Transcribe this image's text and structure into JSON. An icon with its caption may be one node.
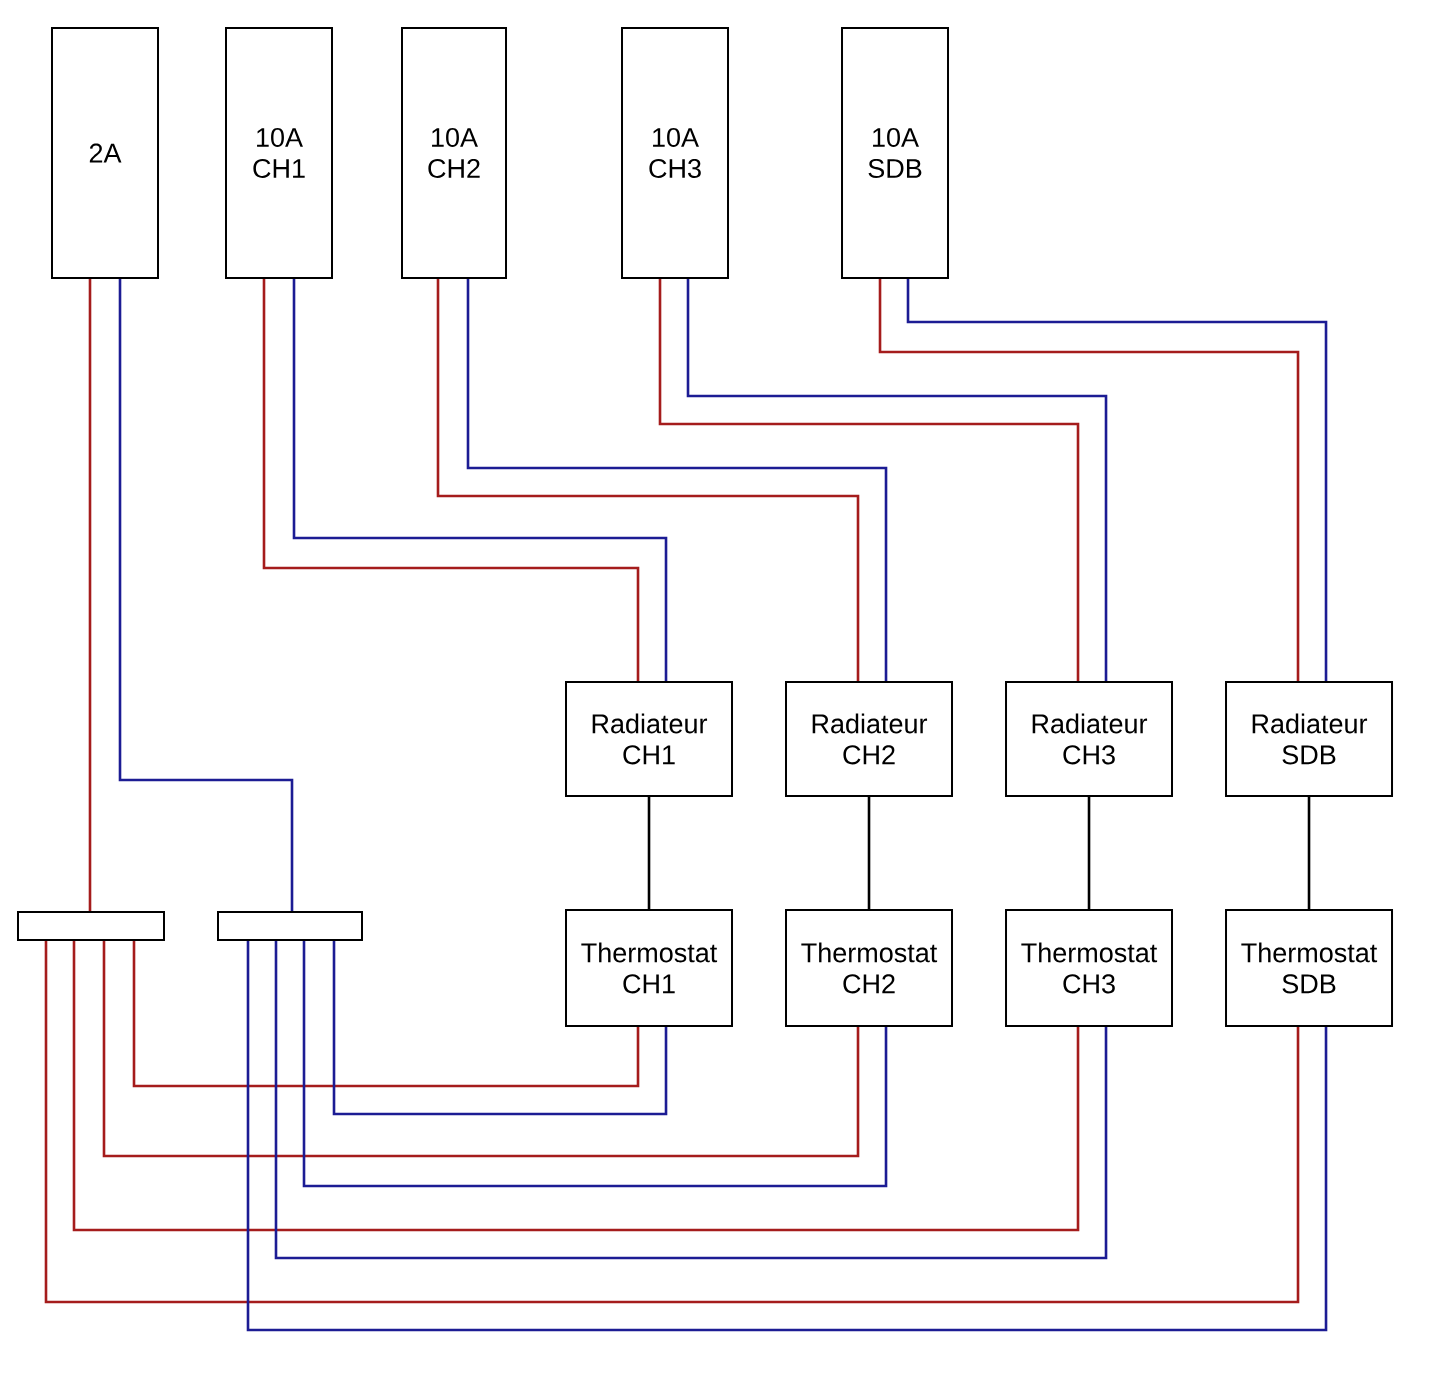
{
  "diagram": {
    "nodes": [
      {
        "text": [
          "2A"
        ]
      },
      {
        "text": [
          "10A CH1"
        ]
      },
      {
        "text": [
          "10A CH2"
        ]
      },
      {
        "text": [
          "10A CH3"
        ]
      },
      {
        "text": [
          "10A SDB"
        ]
      },
      {
        "text": [
          "Radiateur CH1"
        ]
      },
      {
        "text": [
          "Radiateur CH2"
        ]
      },
      {
        "text": [
          "Radiateur CH3"
        ]
      },
      {
        "text": [
          "Radiateur SDB"
        ]
      },
      {
        "text": [
          "Thermostat CH1"
        ]
      },
      {
        "text": [
          "Thermostat CH2"
        ]
      },
      {
        "text": [
          "Thermostat CH3"
        ]
      },
      {
        "text": [
          "Thermostat SDB"
        ]
      },
      {
        "text": [],
        "shape": "bar"
      },
      {
        "text": [],
        "shape": "bar"
      }
    ],
    "edges": [
      {
        "from": 1,
        "to": 5,
        "arrow": "none",
        "color": "#a51c1c"
      },
      {
        "from": 1,
        "to": 5,
        "arrow": "none",
        "color": "#1c1c94"
      },
      {
        "from": 2,
        "to": 6,
        "arrow": "none",
        "color": "#a51c1c"
      },
      {
        "from": 2,
        "to": 6,
        "arrow": "none",
        "color": "#1c1c94"
      },
      {
        "from": 3,
        "to": 7,
        "arrow": "none",
        "color": "#a51c1c"
      },
      {
        "from": 3,
        "to": 7,
        "arrow": "none",
        "color": "#1c1c94"
      },
      {
        "from": 4,
        "to": 8,
        "arrow": "none",
        "color": "#a51c1c"
      },
      {
        "from": 4,
        "to": 8,
        "arrow": "none",
        "color": "#1c1c94"
      },
      {
        "from": 5,
        "to": 9,
        "arrow": "none",
        "color": "#000000"
      },
      {
        "from": 6,
        "to": 10,
        "arrow": "none",
        "color": "#000000"
      },
      {
        "from": 7,
        "to": 11,
        "arrow": "none",
        "color": "#000000"
      },
      {
        "from": 8,
        "to": 12,
        "arrow": "none",
        "color": "#000000"
      },
      {
        "from": 0,
        "to": 13,
        "arrow": "none",
        "color": "#a51c1c"
      },
      {
        "from": 0,
        "to": 14,
        "arrow": "none",
        "color": "#1c1c94"
      },
      {
        "from": 13,
        "to": 9,
        "arrow": "none",
        "color": "#a51c1c"
      },
      {
        "from": 14,
        "to": 9,
        "arrow": "none",
        "color": "#1c1c94"
      },
      {
        "from": 13,
        "to": 10,
        "arrow": "none",
        "color": "#a51c1c"
      },
      {
        "from": 14,
        "to": 10,
        "arrow": "none",
        "color": "#1c1c94"
      },
      {
        "from": 13,
        "to": 11,
        "arrow": "none",
        "color": "#a51c1c"
      },
      {
        "from": 14,
        "to": 11,
        "arrow": "none",
        "color": "#1c1c94"
      },
      {
        "from": 13,
        "to": 12,
        "arrow": "none",
        "color": "#a51c1c"
      },
      {
        "from": 14,
        "to": 12,
        "arrow": "none",
        "color": "#1c1c94"
      }
    ]
  }
}
